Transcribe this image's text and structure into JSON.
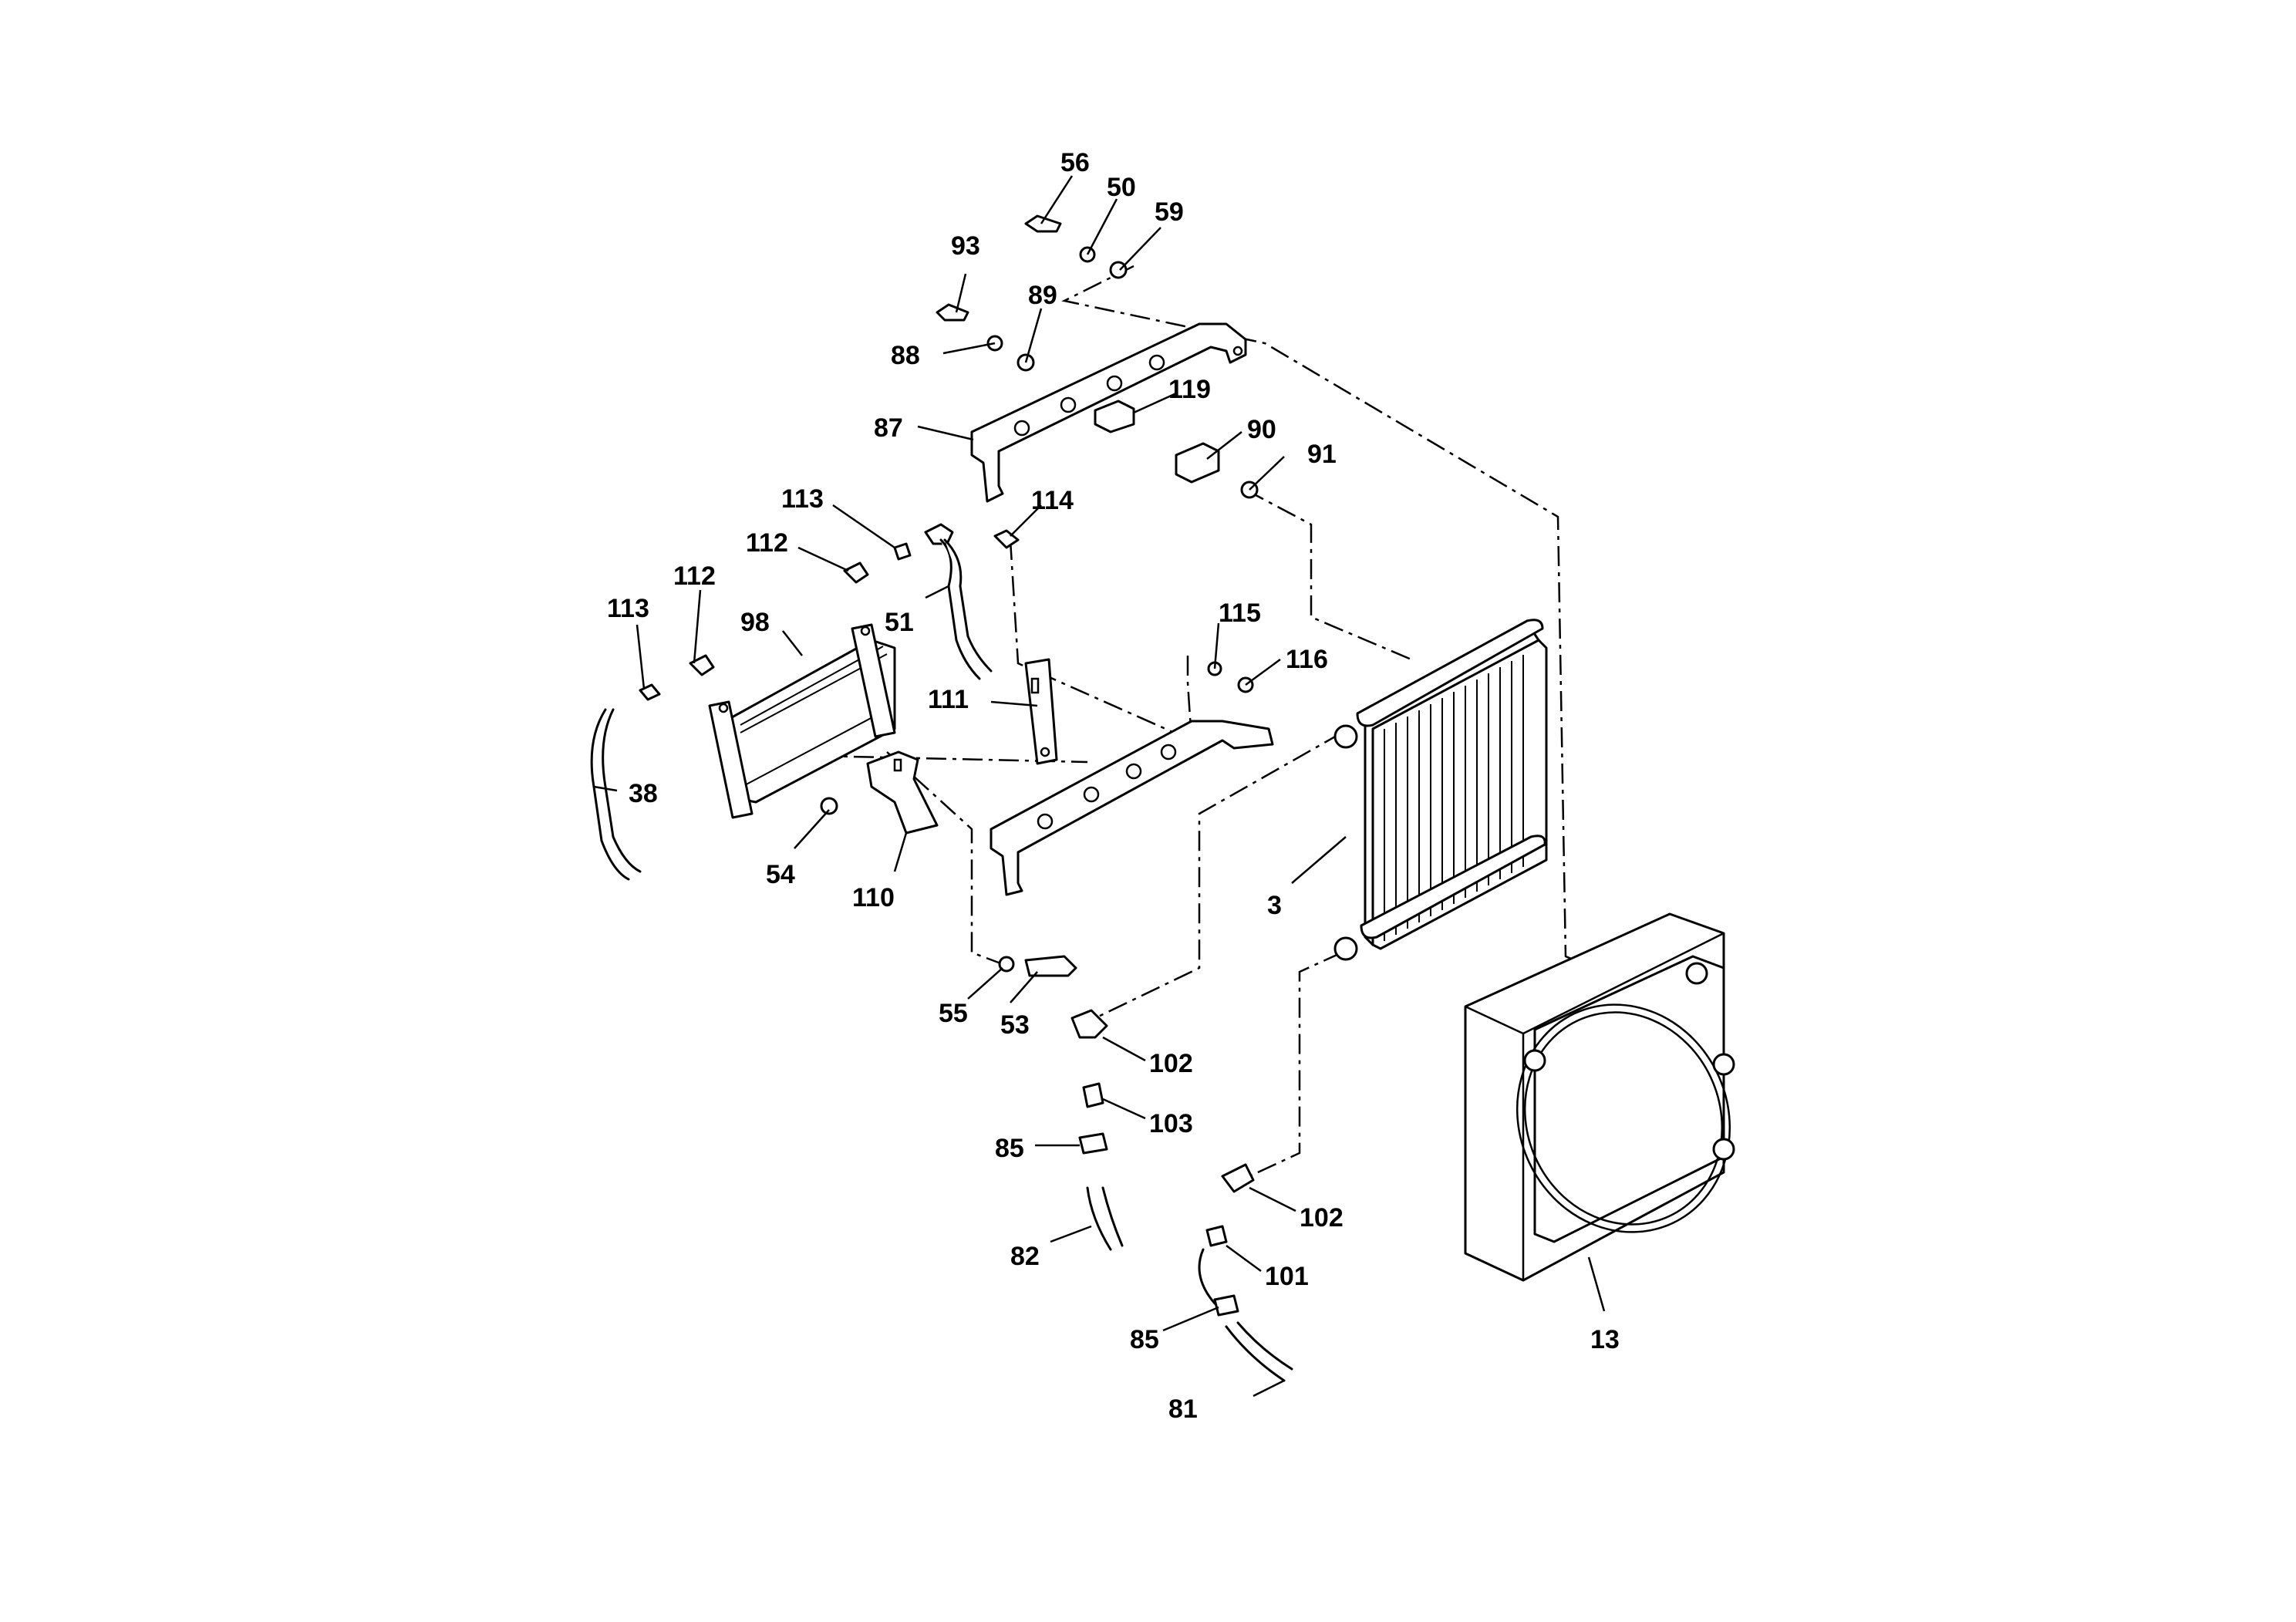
{
  "diagram": {
    "labels": [
      {
        "id": "l56a",
        "text": "56"
      },
      {
        "id": "l50",
        "text": "50"
      },
      {
        "id": "l59",
        "text": "59"
      },
      {
        "id": "l93",
        "text": "93"
      },
      {
        "id": "l89",
        "text": "89"
      },
      {
        "id": "l88",
        "text": "88"
      },
      {
        "id": "l119",
        "text": "119"
      },
      {
        "id": "l87",
        "text": "87"
      },
      {
        "id": "l90",
        "text": "90"
      },
      {
        "id": "l91",
        "text": "91"
      },
      {
        "id": "l113a",
        "text": "113"
      },
      {
        "id": "l114",
        "text": "114"
      },
      {
        "id": "l112a",
        "text": "112"
      },
      {
        "id": "l112b",
        "text": "112"
      },
      {
        "id": "l113b",
        "text": "113"
      },
      {
        "id": "l51",
        "text": "51"
      },
      {
        "id": "l98",
        "text": "98"
      },
      {
        "id": "l115",
        "text": "115"
      },
      {
        "id": "l116",
        "text": "116"
      },
      {
        "id": "l111",
        "text": "111"
      },
      {
        "id": "l38",
        "text": "38"
      },
      {
        "id": "l54",
        "text": "54"
      },
      {
        "id": "l110",
        "text": "110"
      },
      {
        "id": "l3",
        "text": "3"
      },
      {
        "id": "l55",
        "text": "55"
      },
      {
        "id": "l53",
        "text": "53"
      },
      {
        "id": "l102a",
        "text": "102"
      },
      {
        "id": "l103",
        "text": "103"
      },
      {
        "id": "l85a",
        "text": "85"
      },
      {
        "id": "l82",
        "text": "82"
      },
      {
        "id": "l102b",
        "text": "102"
      },
      {
        "id": "l101",
        "text": "101"
      },
      {
        "id": "l85b",
        "text": "85"
      },
      {
        "id": "l13",
        "text": "13"
      },
      {
        "id": "l81",
        "text": "81"
      }
    ]
  }
}
